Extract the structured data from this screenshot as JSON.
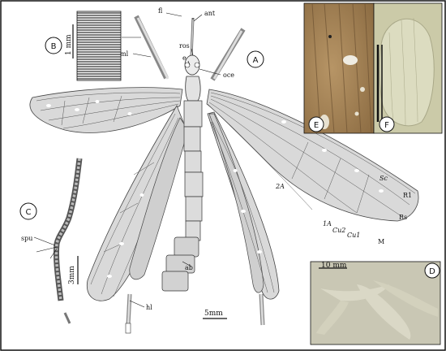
{
  "panels": {
    "A": {
      "label": "A"
    },
    "B": {
      "label": "B",
      "scale": "1 mm"
    },
    "C": {
      "label": "C",
      "scale": "3mm"
    },
    "D": {
      "label": "D",
      "scale": "10 mm"
    },
    "E": {
      "label": "E"
    },
    "F": {
      "label": "F"
    }
  },
  "annotations": {
    "fl": "fl",
    "ant": "ant",
    "ros": "ros",
    "e": "e",
    "oce": "oce",
    "ml": "ml",
    "sc": "Sc",
    "r1": "R1",
    "rs": "Rs",
    "a2": "2A",
    "a1": "1A",
    "cu2": "Cu2",
    "cu1": "Cu1",
    "m": "M",
    "ab": "ab",
    "hl": "hl",
    "spu": "spu"
  },
  "scale_bar_a": "5mm",
  "colors": {
    "wing": "#d9d9d9",
    "vein": "#4a4a4a",
    "photo_e": "#a88458",
    "photo_f": "#c8c7a6",
    "photo_d": "#c9c7b4"
  }
}
